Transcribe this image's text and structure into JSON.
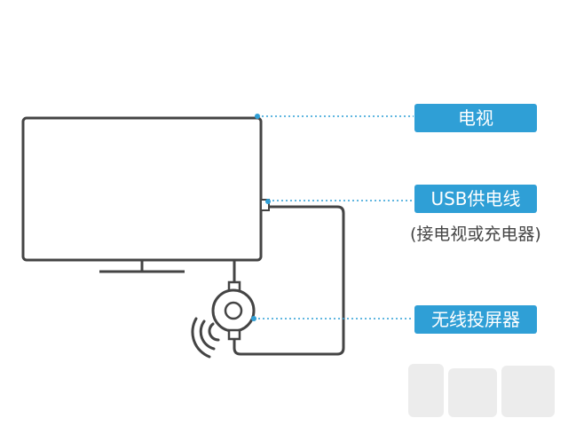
{
  "labels": {
    "tv": "电视",
    "usb_power_cable": "USB供电线",
    "usb_note": "(接电视或充电器)",
    "wireless_projector": "无线投屏器"
  },
  "colors": {
    "accent": "#2f9fd6",
    "line": "#444444",
    "dotted": "#2f9fd6"
  }
}
